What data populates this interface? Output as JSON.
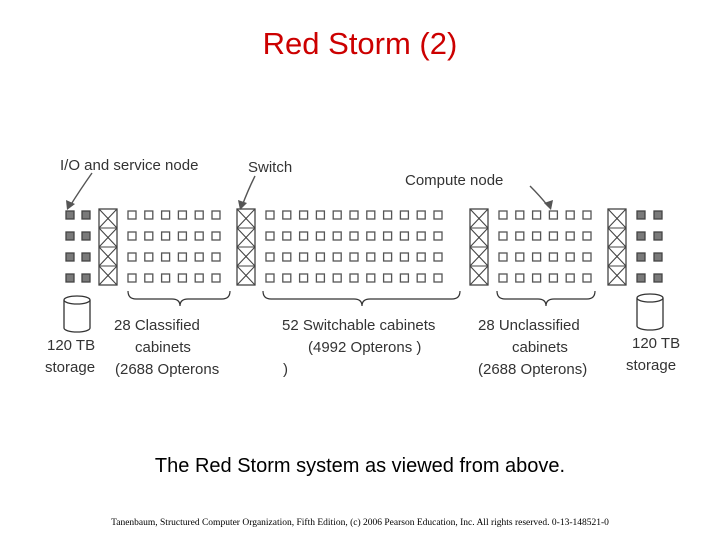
{
  "title": "Red Storm (2)",
  "diagram": {
    "labels": {
      "io_node": "I/O and service node",
      "switch": "Switch",
      "compute_node": "Compute node"
    },
    "left_storage": {
      "capacity": "120 TB",
      "label": "storage"
    },
    "right_storage": {
      "capacity": "120 TB",
      "label": "storage"
    },
    "groups": [
      {
        "line1": "28 Classified",
        "line2": "cabinets",
        "line3": "(2688 Opterons"
      },
      {
        "line1": "52 Switchable cabinets",
        "line2": "(4992 Opterons )",
        "line3": ")"
      },
      {
        "line1": "28 Unclassified",
        "line2": "cabinets",
        "line3": "(2688 Opterons)"
      }
    ]
  },
  "caption": "The Red Storm system as viewed from above.",
  "footer": "Tanenbaum, Structured Computer Organization, Fifth Edition, (c) 2006 Pearson Education, Inc. All rights reserved. 0-13-148521-0"
}
